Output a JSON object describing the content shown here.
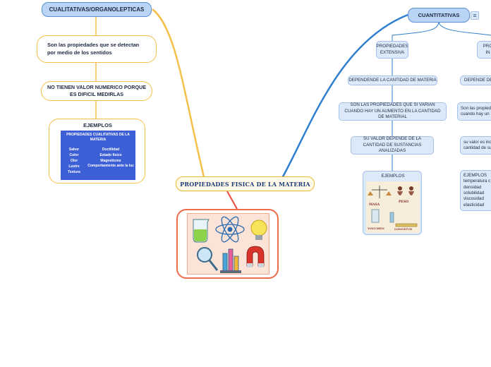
{
  "central": {
    "title": "PROPIEDADES FISICA DE LA MATERIA"
  },
  "cualitativas": {
    "title": "CUALITATIVAS/ORGANOLEPTICAS",
    "definition": "Son las propiedades que se detectan por medio de los sentidos",
    "no_value": "NO TIENEN VALOR NUMERICO PORQUE ES DIFICIL MEDIRLAS",
    "examples_title": "EJEMPLOS",
    "table": {
      "title": "PROPIEDADES CUALITATIVAS DE LA MATERIA",
      "left": [
        "Sabor",
        "Color",
        "Olor",
        "Lustre",
        "Textura"
      ],
      "right": [
        "Ductilidad",
        "Estado fisico",
        "Magnetismo",
        "Comportamiento ante la luz"
      ]
    }
  },
  "cuantitativas": {
    "title": "CUANTITATIVAS",
    "extensiva": {
      "title": "PROPIEDADES EXTENSIVA",
      "depend": "DEPENDENDE LA CANTIDAD DE MATERIA",
      "definition": "SON LAS PROPIEDADES QUE SI VARIAN CUANDO HAY UN AUMENTO EN LA CANTIDAD DE MATERIAL",
      "value": "SU VALOR DEPENDE DE LA CANTIDAD DE SUSTANCIAS ANALIZADAS",
      "examples_title": "EJEMPLOS",
      "image_labels": [
        "MASA",
        "PESO",
        "VOLUMEN",
        "LONGITUD"
      ]
    },
    "intensiva": {
      "title_line1": "PRO",
      "title_line2": "IN",
      "depend": "DEPENDE DE",
      "definition_line1": "Son las propied",
      "definition_line2": "cuando hay un",
      "value_line1": "su valor es ind",
      "value_line2": "cantidad de su",
      "examples": [
        "EJEMPLOS",
        "temperatura c",
        "densidad",
        "solubilidad",
        "viscosidad",
        "elasticidad"
      ]
    }
  },
  "colors": {
    "orange_branch": "#f5c04a",
    "blue_branch": "#2f7fd0",
    "red_branch": "#e74c3c",
    "blue_node": "#b9d4f5"
  },
  "icons": [
    "menu-icon",
    "science-illustration",
    "measurement-illustration"
  ]
}
